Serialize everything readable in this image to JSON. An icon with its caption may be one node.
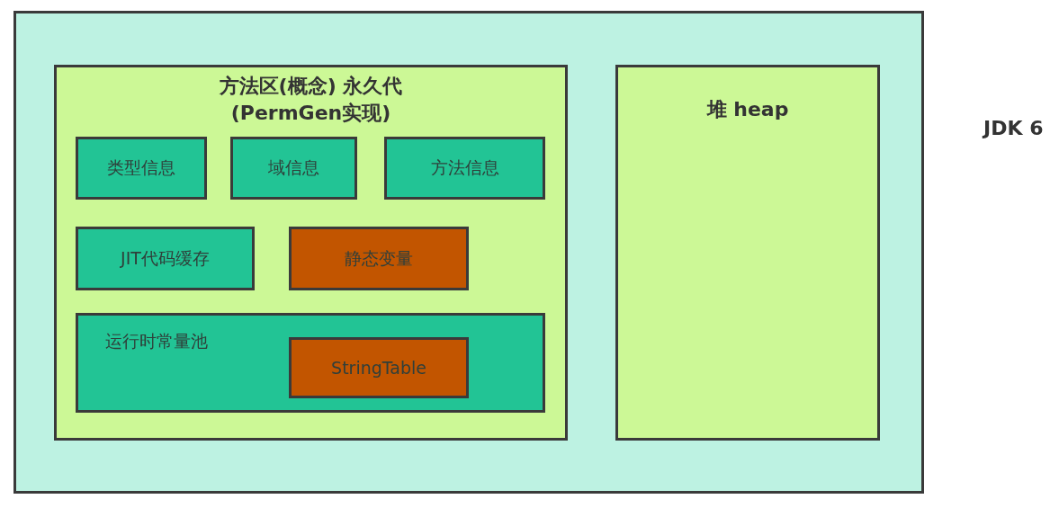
{
  "diagram": {
    "nodes": [
      {
        "text": [],
        "shape": "box",
        "beside": [
          "JDK 6"
        ]
      },
      {
        "text": [
          "方法区(概念) 永久代(PermGen实现)"
        ],
        "in": 0
      },
      {
        "text": [
          "类型信息"
        ],
        "in": 1
      },
      {
        "text": [
          "域信息"
        ],
        "in": 1
      },
      {
        "text": [
          "方法信息"
        ],
        "in": 1
      },
      {
        "text": [
          "JIT代码缓存"
        ],
        "in": 1
      },
      {
        "text": [
          "静态变量"
        ],
        "in": 1
      },
      {
        "text": [
          "运行时常量池"
        ],
        "in": 1
      },
      {
        "text": [
          "StringTable"
        ],
        "in": 7
      },
      {
        "text": [
          "堆 heap"
        ],
        "in": 0
      }
    ]
  }
}
